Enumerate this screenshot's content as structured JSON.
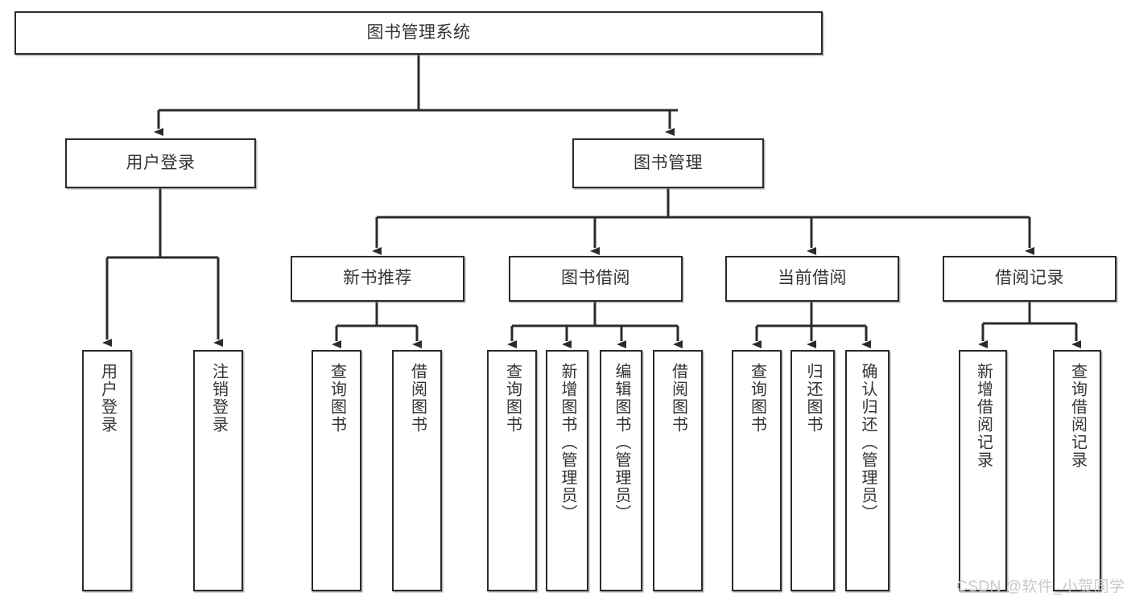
{
  "diagram": {
    "type": "tree-hierarchy-chart",
    "title": "图书管理系统",
    "watermark": "CSDN @软件_小贺同学",
    "colors": {
      "background": "#ffffff",
      "border": "#2b2b2b",
      "text": "#333333",
      "connector": "#2b2b2b",
      "watermark": "#c9c9c9"
    },
    "nodes": {
      "root": {
        "label": "图书管理系统",
        "level": 1
      },
      "level2": [
        {
          "id": "user-login",
          "label": "用户登录"
        },
        {
          "id": "book-management",
          "label": "图书管理"
        }
      ],
      "level3": [
        {
          "id": "new-book-recommend",
          "label": "新书推荐",
          "parent": "book-management"
        },
        {
          "id": "book-borrow",
          "label": "图书借阅",
          "parent": "book-management"
        },
        {
          "id": "current-borrow",
          "label": "当前借阅",
          "parent": "book-management"
        },
        {
          "id": "borrow-record",
          "label": "借阅记录",
          "parent": "book-management"
        }
      ],
      "leaves": {
        "user-login": [
          {
            "id": "leaf-user-login",
            "label": "用户登录"
          },
          {
            "id": "leaf-logout-login",
            "label": "注销登录"
          }
        ],
        "new-book-recommend": [
          {
            "id": "leaf-query-book-1",
            "label": "查询图书"
          },
          {
            "id": "leaf-borrow-book-1",
            "label": "借阅图书"
          }
        ],
        "book-borrow": [
          {
            "id": "leaf-query-book-2",
            "label": "查询图书"
          },
          {
            "id": "leaf-add-book",
            "label": "新增图书（管理员）"
          },
          {
            "id": "leaf-edit-book",
            "label": "编辑图书（管理员）"
          },
          {
            "id": "leaf-borrow-book-2",
            "label": "借阅图书"
          }
        ],
        "current-borrow": [
          {
            "id": "leaf-query-book-3",
            "label": "查询图书"
          },
          {
            "id": "leaf-return-book",
            "label": "归还图书"
          },
          {
            "id": "leaf-confirm-return",
            "label": "确认归还（管理员）"
          }
        ],
        "borrow-record": [
          {
            "id": "leaf-add-record",
            "label": "新增借阅记录"
          },
          {
            "id": "leaf-query-record",
            "label": "查询借阅记录"
          }
        ]
      }
    },
    "edges": [
      {
        "from": "图书管理系统",
        "to": "用户登录"
      },
      {
        "from": "图书管理系统",
        "to": "图书管理"
      },
      {
        "from": "用户登录",
        "to": "用户登录"
      },
      {
        "from": "用户登录",
        "to": "注销登录"
      },
      {
        "from": "图书管理",
        "to": "新书推荐"
      },
      {
        "from": "图书管理",
        "to": "图书借阅"
      },
      {
        "from": "图书管理",
        "to": "当前借阅"
      },
      {
        "from": "图书管理",
        "to": "借阅记录"
      },
      {
        "from": "新书推荐",
        "to": "查询图书"
      },
      {
        "from": "新书推荐",
        "to": "借阅图书"
      },
      {
        "from": "图书借阅",
        "to": "查询图书"
      },
      {
        "from": "图书借阅",
        "to": "新增图书（管理员）"
      },
      {
        "from": "图书借阅",
        "to": "编辑图书（管理员）"
      },
      {
        "from": "图书借阅",
        "to": "借阅图书"
      },
      {
        "from": "当前借阅",
        "to": "查询图书"
      },
      {
        "from": "当前借阅",
        "to": "归还图书"
      },
      {
        "from": "当前借阅",
        "to": "确认归还（管理员）"
      },
      {
        "from": "借阅记录",
        "to": "新增借阅记录"
      },
      {
        "from": "借阅记录",
        "to": "查询借阅记录"
      }
    ]
  }
}
